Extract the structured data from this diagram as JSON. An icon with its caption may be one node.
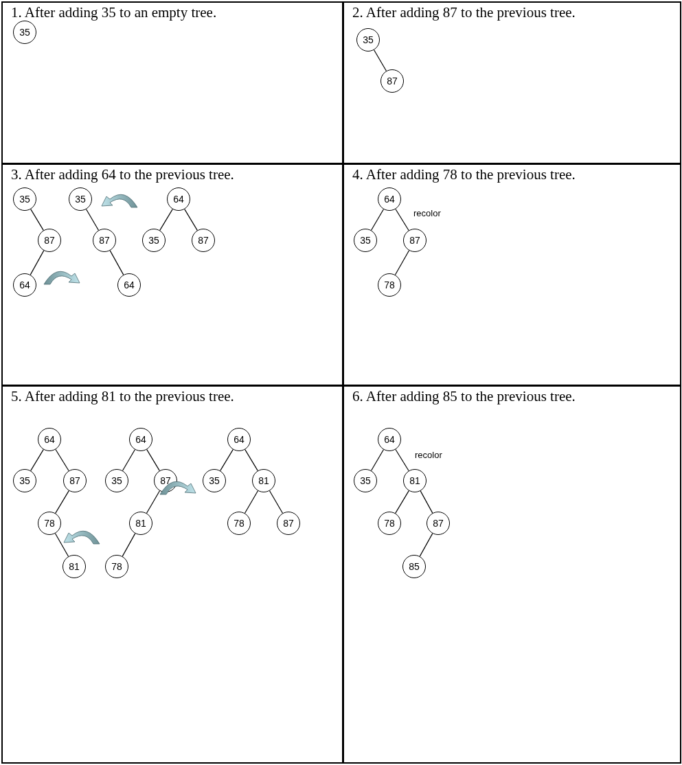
{
  "diagram": {
    "nodes": [
      {
        "text": [
          "1. After adding 35 to an empty tree."
        ]
      },
      {
        "text": [
          "35"
        ],
        "in": 0
      },
      {
        "text": [
          "2. After adding 87 to the previous tree."
        ]
      },
      {
        "text": [
          "35"
        ],
        "in": 2
      },
      {
        "text": [
          "87"
        ],
        "in": 2
      },
      {
        "text": [
          "3. After adding 64 to the previous tree."
        ]
      },
      {
        "text": [
          "35"
        ],
        "in": 5
      },
      {
        "text": [
          "87"
        ],
        "in": 5
      },
      {
        "text": [
          "64"
        ],
        "in": 5
      },
      {
        "text": [
          "35"
        ],
        "in": 5
      },
      {
        "text": [
          "87"
        ],
        "in": 5
      },
      {
        "text": [
          "64"
        ],
        "in": 5
      },
      {
        "text": [
          "64"
        ],
        "in": 5
      },
      {
        "text": [
          "35"
        ],
        "in": 5
      },
      {
        "text": [
          "87"
        ],
        "in": 5
      },
      {
        "text": [
          "4. After adding 78 to the previous tree."
        ]
      },
      {
        "text": [
          "64"
        ],
        "in": 15
      },
      {
        "text": [
          "35"
        ],
        "in": 15
      },
      {
        "text": [
          "87"
        ],
        "in": 15
      },
      {
        "text": [
          "78"
        ],
        "in": 15
      },
      {
        "text": [
          "5. After adding 81 to the previous tree."
        ]
      },
      {
        "text": [
          "64"
        ],
        "in": 20
      },
      {
        "text": [
          "35"
        ],
        "in": 20
      },
      {
        "text": [
          "87"
        ],
        "in": 20
      },
      {
        "text": [
          "78"
        ],
        "in": 20
      },
      {
        "text": [
          "81"
        ],
        "in": 20
      },
      {
        "text": [
          "64"
        ],
        "in": 20
      },
      {
        "text": [
          "35"
        ],
        "in": 20
      },
      {
        "text": [
          "87"
        ],
        "in": 20
      },
      {
        "text": [
          "81"
        ],
        "in": 20
      },
      {
        "text": [
          "78"
        ],
        "in": 20
      },
      {
        "text": [
          "64"
        ],
        "in": 20
      },
      {
        "text": [
          "35"
        ],
        "in": 20
      },
      {
        "text": [
          "81"
        ],
        "in": 20
      },
      {
        "text": [
          "78"
        ],
        "in": 20
      },
      {
        "text": [
          "87"
        ],
        "in": 20
      },
      {
        "text": [
          "6. After adding 85 to the previous tree."
        ]
      },
      {
        "text": [
          "64"
        ],
        "in": 36
      },
      {
        "text": [
          "35"
        ],
        "in": 36
      },
      {
        "text": [
          "81"
        ],
        "in": 36
      },
      {
        "text": [
          "78"
        ],
        "in": 36
      },
      {
        "text": [
          "87"
        ],
        "in": 36
      },
      {
        "text": [
          "85"
        ],
        "in": 36
      }
    ],
    "edges": [
      {
        "from": 3,
        "to": 4,
        "arrow": "none"
      },
      {
        "from": 6,
        "to": 7,
        "arrow": "none"
      },
      {
        "from": 7,
        "to": 8,
        "arrow": "none"
      },
      {
        "from": 9,
        "to": 10,
        "arrow": "none"
      },
      {
        "from": 10,
        "to": 11,
        "arrow": "none"
      },
      {
        "from": 12,
        "to": 13,
        "arrow": "none"
      },
      {
        "from": 12,
        "to": 14,
        "arrow": "none"
      },
      {
        "from": 16,
        "to": 17,
        "arrow": "none"
      },
      {
        "from": 16,
        "to": 18,
        "arrow": "none"
      },
      {
        "from": 18,
        "to": 19,
        "arrow": "none"
      },
      {
        "from": 21,
        "to": 22,
        "arrow": "none"
      },
      {
        "from": 21,
        "to": 23,
        "arrow": "none"
      },
      {
        "from": 23,
        "to": 24,
        "arrow": "none"
      },
      {
        "from": 24,
        "to": 25,
        "arrow": "none"
      },
      {
        "from": 26,
        "to": 27,
        "arrow": "none"
      },
      {
        "from": 26,
        "to": 28,
        "arrow": "none"
      },
      {
        "from": 28,
        "to": 29,
        "arrow": "none"
      },
      {
        "from": 29,
        "to": 30,
        "arrow": "none"
      },
      {
        "from": 31,
        "to": 32,
        "arrow": "none"
      },
      {
        "from": 31,
        "to": 33,
        "arrow": "none"
      },
      {
        "from": 33,
        "to": 34,
        "arrow": "none"
      },
      {
        "from": 33,
        "to": 35,
        "arrow": "none"
      },
      {
        "from": 37,
        "to": 38,
        "arrow": "none"
      },
      {
        "from": 37,
        "to": 39,
        "arrow": "none"
      },
      {
        "from": 39,
        "to": 40,
        "arrow": "none"
      },
      {
        "from": 39,
        "to": 41,
        "arrow": "none"
      },
      {
        "from": 41,
        "to": 42,
        "arrow": "none"
      }
    ],
    "labels": [
      "recolor",
      "recolor"
    ]
  }
}
